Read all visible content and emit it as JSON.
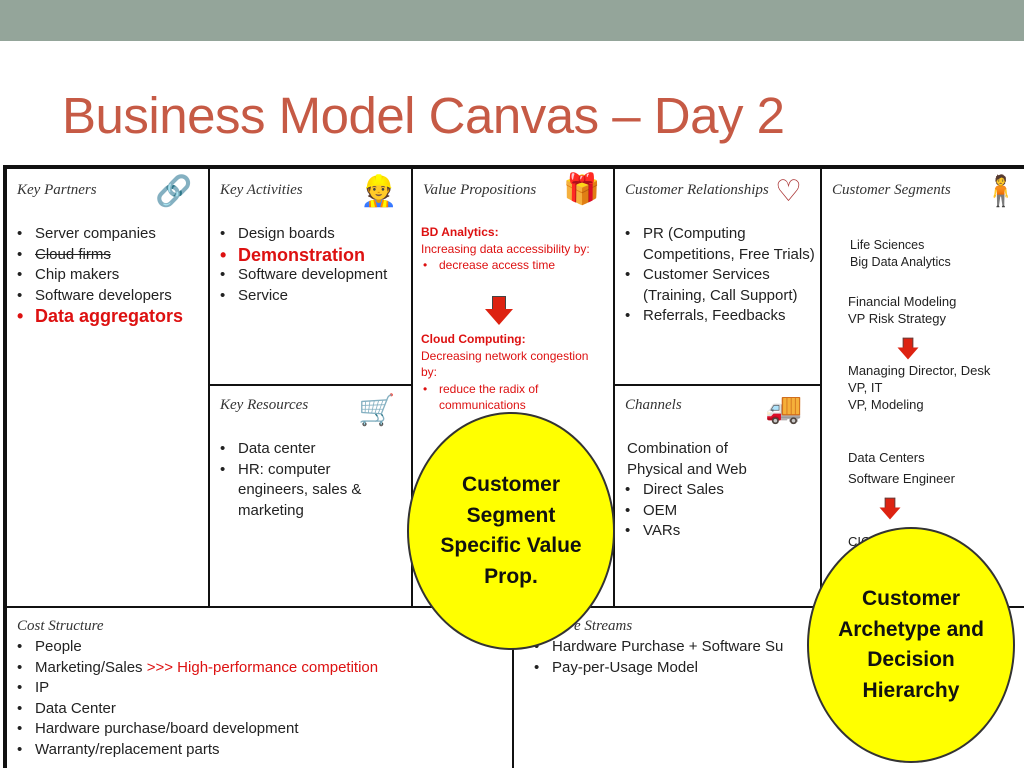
{
  "slide": {
    "title": "Business Model Canvas – Day 2"
  },
  "key_partners": {
    "header": "Key Partners",
    "icon": "chain-link-icon",
    "items": [
      "Server companies",
      "Cloud firms",
      "Chip makers",
      "Software developers",
      "Data aggregators"
    ]
  },
  "key_activities": {
    "header": "Key Activities",
    "icon": "worker-icon",
    "items": [
      "Design boards",
      "Demonstration",
      "Software development",
      "Service"
    ]
  },
  "key_resources": {
    "header": "Key Resources",
    "icon": "cart-icon",
    "items": [
      "Data center",
      "HR: computer engineers, sales & marketing"
    ]
  },
  "value_propositions": {
    "header": "Value Propositions",
    "icon": "gift-icon",
    "bd_title": "BD Analytics:",
    "bd_text": "Increasing data accessibility by:",
    "bd_items": [
      "decrease access time"
    ],
    "cc_title": "Cloud Computing:",
    "cc_text": "Decreasing network congestion by:",
    "cc_items": [
      "reduce the radix of communications"
    ]
  },
  "customer_relationships": {
    "header": "Customer Relationships",
    "icon": "heart-icon",
    "items": [
      "PR (Computing Competitions, Free Trials)",
      "Customer Services (Training, Call Support)",
      "Referrals, Feedbacks"
    ]
  },
  "channels": {
    "header": "Channels",
    "icon": "truck-icon",
    "intro": "Combination of Physical and Web",
    "items": [
      "Direct Sales",
      "OEM",
      "VARs"
    ]
  },
  "customer_segments": {
    "header": "Customer Segments",
    "icon": "person-icon",
    "group1": "Life Sciences\nBig Data Analytics",
    "group2": "Financial Modeling\nVP Risk Strategy",
    "group3": "Managing Director, Desk\nVP, IT\nVP, Modeling",
    "group4a": "Data Centers",
    "group4b": "Software Engineer",
    "group5": "CIO/"
  },
  "cost_structure": {
    "header": "Cost Structure",
    "items": [
      "People",
      "Marketing/Sales",
      "IP",
      "Data Center",
      "Hardware purchase/board development",
      "Warranty/replacement parts"
    ],
    "marketing_note": ">>> High-performance competition"
  },
  "revenue_streams": {
    "header": "e Streams",
    "items": [
      "Hardware Purchase + Software Su",
      "Pay-per-Usage Model"
    ]
  },
  "callouts": {
    "value_prop": "Customer Segment Specific Value Prop.",
    "archetype": "Customer Archetype and Decision Hierarchy"
  },
  "colors": {
    "title": "#c65a45",
    "topbar": "#94a59a",
    "callout_fill": "#ffff00",
    "highlight_red": "#dd1111"
  }
}
